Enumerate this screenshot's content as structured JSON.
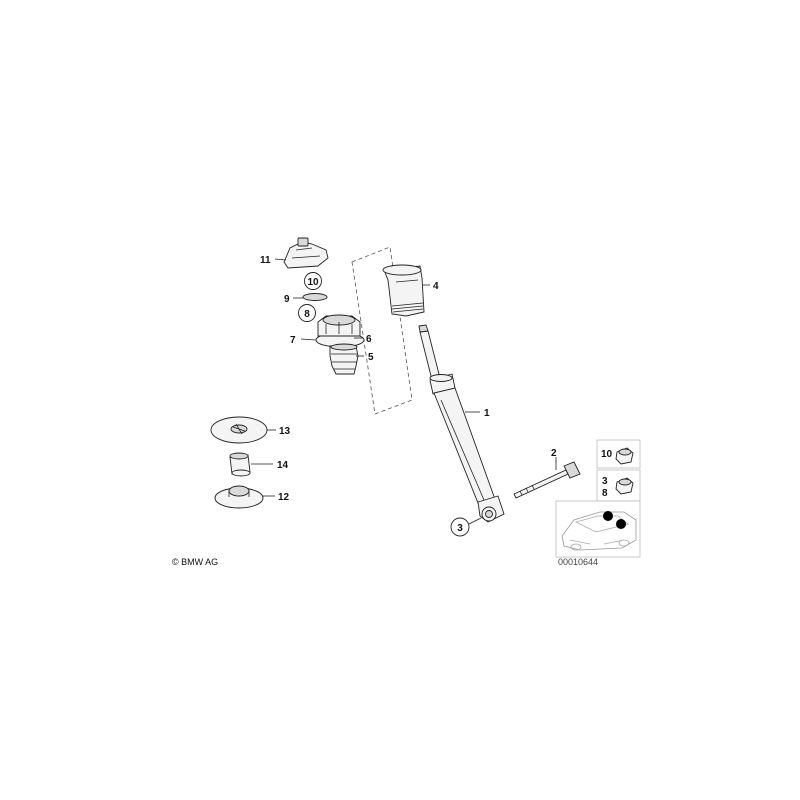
{
  "callouts": {
    "c1": "1",
    "c2": "2",
    "c3": "3",
    "c4": "4",
    "c5": "5",
    "c6": "6",
    "c7": "7",
    "c8": "8",
    "c9": "9",
    "c10": "10",
    "c11": "11",
    "c12": "12",
    "c13": "13",
    "c14": "14"
  },
  "legend": {
    "row1_label": "10",
    "row2_label_a": "3",
    "row2_label_b": "8"
  },
  "copyright": "© BMW AG",
  "diagram_number": "00010644"
}
